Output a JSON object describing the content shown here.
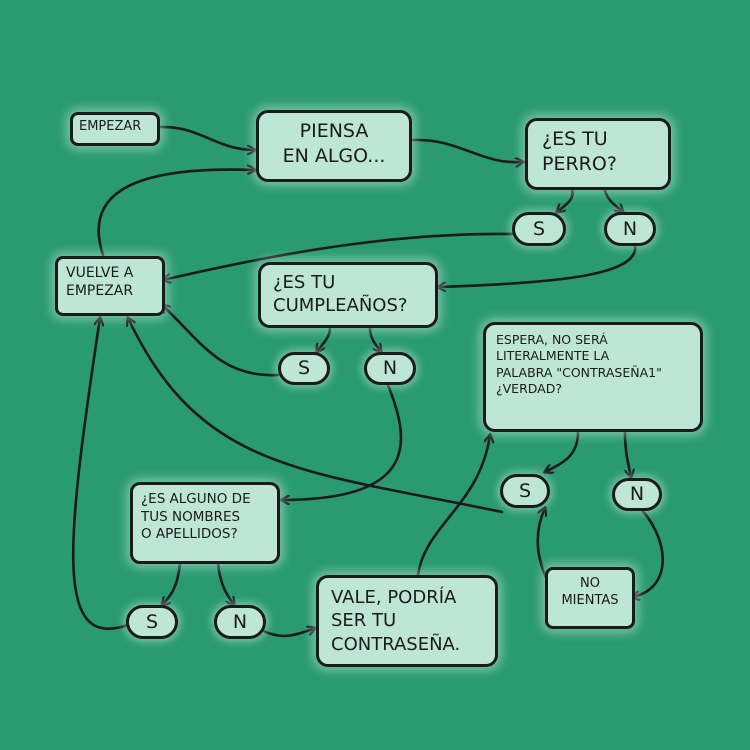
{
  "nodes": {
    "start": "EMPEZAR",
    "think": "PIENSA\nEN ALGO...",
    "dog": "¿ES TU\nPERRO?",
    "restart": "VUELVE A\nEMPEZAR",
    "birthday": "¿ES TU\nCUMPLEAÑOS?",
    "literal": "ESPERA, NO SERÁ\nLITERALMENTE LA\nPALABRA \"CONTRASEÑA1\"\n¿VERDAD?",
    "names": "¿ES ALGUNO DE\nTUS NOMBRES\nO APELLIDOS?",
    "valid": "VALE, PODRÍA\nSER TU\nCONTRASEÑA.",
    "nolie": "NO\nMIENTAS"
  },
  "answers": {
    "yes": "S",
    "no": "N"
  }
}
